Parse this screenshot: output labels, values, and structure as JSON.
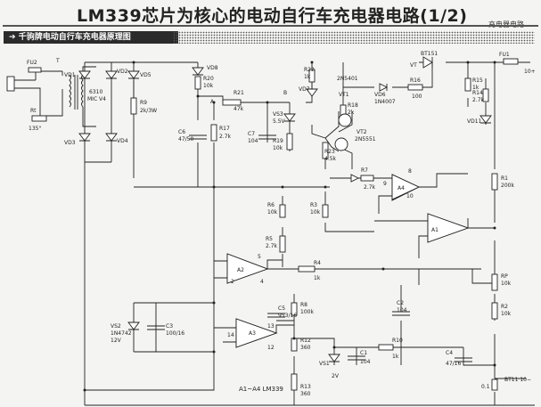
{
  "title": "LM339芯片为核心的电动自行车充电器电路(1/2)",
  "header_tag": "充电器电路",
  "banner": "千驹牌电动自行车充电器原理图",
  "footer_note": "A1~A4 LM339",
  "labels": {
    "FU2": "FU2",
    "T": "T",
    "RT": "Rt",
    "temp": "135°",
    "VD1": "VD1",
    "VD2": "VD2",
    "VD3": "VD3",
    "VD4": "VD4",
    "VD5": "VD5",
    "VD6": "VD6",
    "VD7": "VD7",
    "VD8": "VD8",
    "trafo_val1": "6310",
    "trafo_val2": "MIC V4",
    "R9": "R9",
    "R9_val": "2k/3W",
    "R20": "R20",
    "R20_val": "10k",
    "C6": "C6",
    "C6_val": "47/50",
    "R21": "R21",
    "R21_val": "47k",
    "R17": "R17",
    "R17_val": "2.7k",
    "C7": "C7",
    "C7_val": "104",
    "R22": "R22",
    "R22_val": "1k",
    "VS3": "VS3",
    "VS3_val": "5.5V",
    "R19": "R19",
    "R19_val": "10k",
    "VT1": "VT1",
    "VT1_part": "2N5401",
    "VT2": "VT2",
    "VT2_part": "2N5551",
    "R18": "R18",
    "R18_val": "2k",
    "R23": "R23",
    "R23_val": "4.5k",
    "VD6_part": "1N4007",
    "R16": "R16",
    "R16_val": "100",
    "BT151": "BT151",
    "VT": "VT",
    "R15": "R15",
    "R15_val": "1k",
    "R14": "R14",
    "R14_val": "2.7k",
    "VD11": "VD11",
    "FU1": "FU1",
    "out_pos": "10+",
    "out_neg": "10−",
    "R7": "R7",
    "R7_val": "2.7k",
    "A4": "A4",
    "pin8": "8",
    "pin9": "9",
    "pin10": "10",
    "R6": "R6",
    "R6_val": "10k",
    "R3": "R3",
    "R3_val": "10k",
    "R1": "R1",
    "R1_val": "200k",
    "A1": "A1",
    "R5": "R5",
    "R5_val": "2.7k",
    "A2": "A2",
    "pin2": "2",
    "pin5": "5",
    "pin4": "4",
    "R4": "R4",
    "R4_val": "1k",
    "RP": "RP",
    "RP_val": "10k",
    "R2": "R2",
    "R2_val": "10k",
    "C5": "C5",
    "C5_val": "953/16",
    "R8": "R8",
    "R8_val": "100k",
    "C2": "C2",
    "C2_val": "104",
    "VS2": "VS2",
    "VS2_val": "1N4742",
    "VS2_v": "12V",
    "C3": "C3",
    "C3_val": "100/16",
    "A3": "A3",
    "pin14": "14",
    "pin12": "12",
    "pin13": "13",
    "R12": "R12",
    "R12_val": "360",
    "R10": "R10",
    "R10_val": "1k",
    "C4": "C4",
    "C4_val": "47/16",
    "VS1": "VS1",
    "C1": "C1",
    "C1_val": "104",
    "vs1_v": "2V",
    "R13": "R13",
    "R13_val": "360",
    "out_neg2": "BT11 10−",
    "R_last": "0.1",
    "node_A": "A",
    "node_B": "B"
  }
}
